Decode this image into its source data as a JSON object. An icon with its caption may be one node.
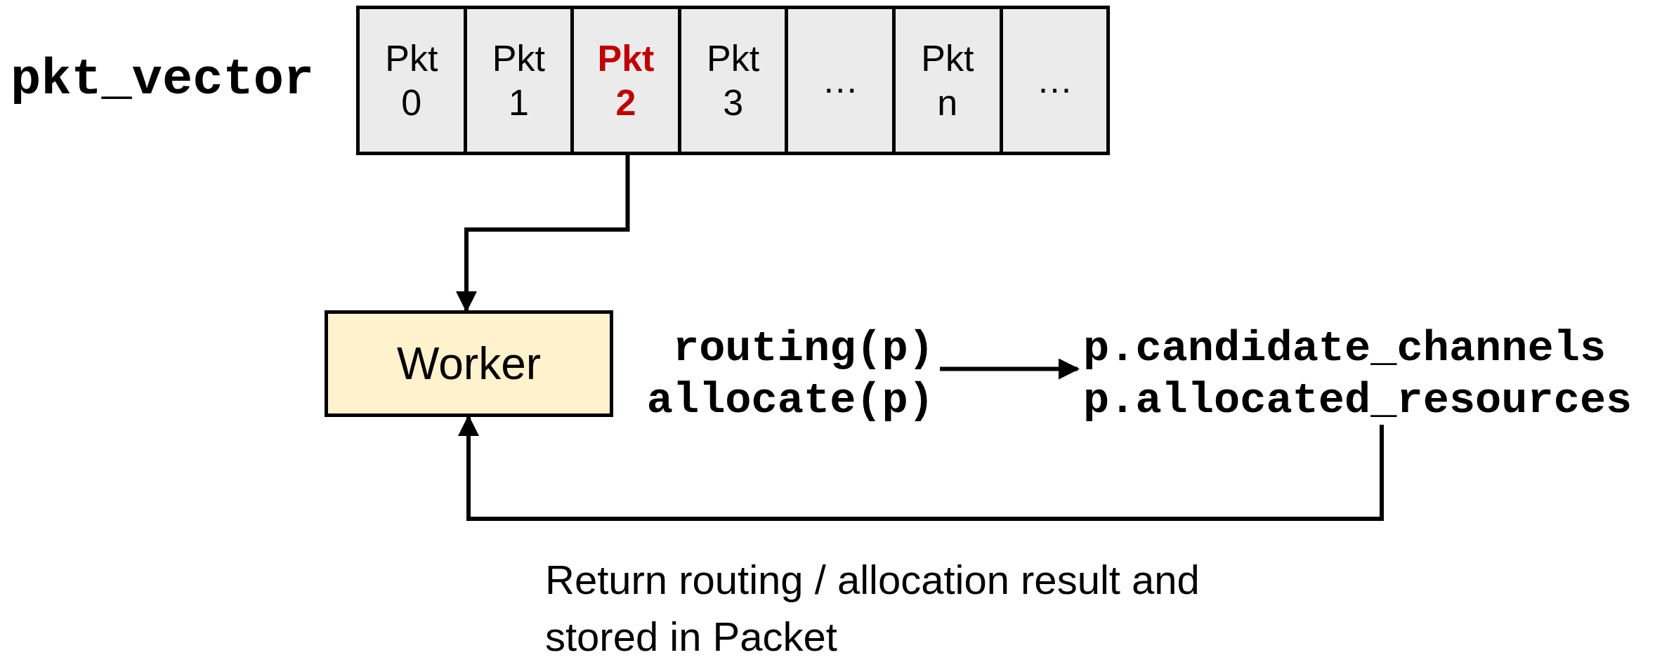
{
  "diagram": {
    "nodes": [
      {
        "text": [
          "pkt_vector"
        ]
      },
      {
        "text": [
          "Pkt 0"
        ],
        "in": 0
      },
      {
        "text": [
          "Pkt 1"
        ],
        "in": 0
      },
      {
        "text": [
          "**Pkt 2**"
        ],
        "in": 0
      },
      {
        "text": [
          "Pkt 3"
        ],
        "in": 0
      },
      {
        "text": [
          "…"
        ],
        "in": 0
      },
      {
        "text": [
          "Pkt n"
        ],
        "in": 0
      },
      {
        "text": [
          "…"
        ],
        "in": 0
      },
      {
        "text": [
          "Worker"
        ]
      },
      {
        "text": [
          "routing(p)",
          "allocate(p)"
        ]
      },
      {
        "text": [
          "p.candidate_channels",
          "p.allocated_resources"
        ]
      }
    ],
    "edges": [
      {
        "from": 3,
        "to": 8,
        "arrow": "to"
      },
      {
        "from": 9,
        "to": 10,
        "arrow": "to"
      },
      {
        "from": 10,
        "to": 8,
        "arrow": "to",
        "label": "Return routing / allocation result and stored in Packet"
      }
    ]
  }
}
